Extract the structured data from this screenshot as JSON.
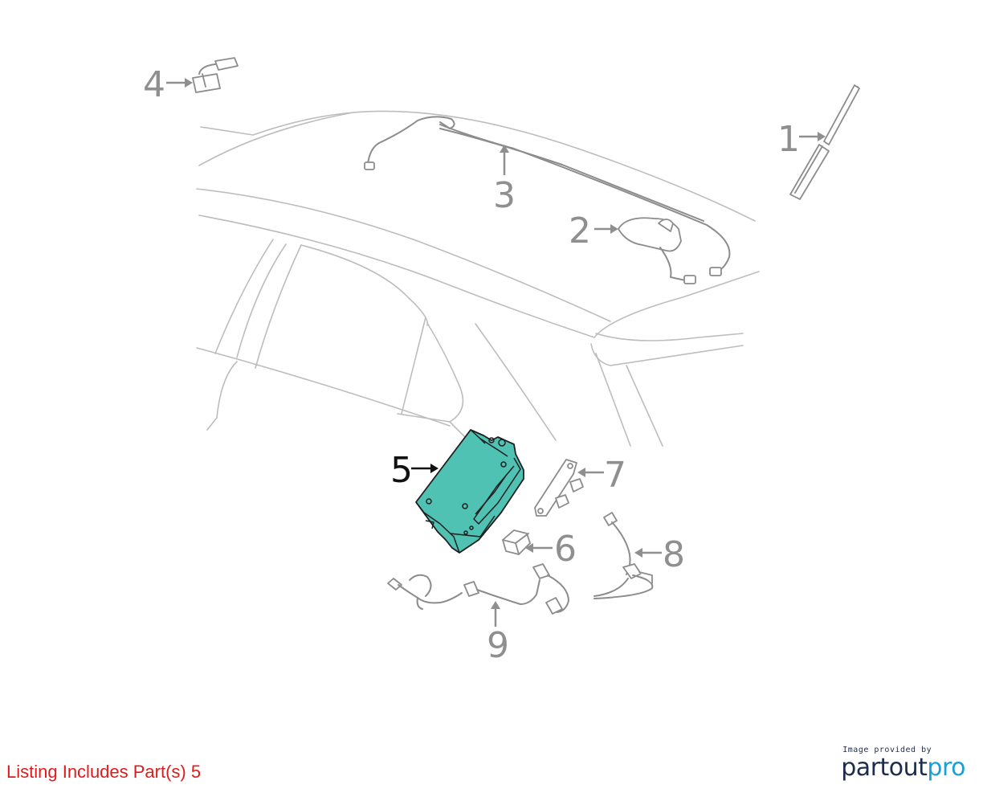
{
  "diagram": {
    "callouts": [
      {
        "id": "1",
        "label": "1",
        "selected": false
      },
      {
        "id": "2",
        "label": "2",
        "selected": false
      },
      {
        "id": "3",
        "label": "3",
        "selected": false
      },
      {
        "id": "4",
        "label": "4",
        "selected": false
      },
      {
        "id": "5",
        "label": "5",
        "selected": true
      },
      {
        "id": "6",
        "label": "6",
        "selected": false
      },
      {
        "id": "7",
        "label": "7",
        "selected": false
      },
      {
        "id": "8",
        "label": "8",
        "selected": false
      },
      {
        "id": "9",
        "label": "9",
        "selected": false
      }
    ],
    "highlight_color": "#4fc2b4",
    "callout_color": "#8f8f8f",
    "selected_callout_color": "#111111"
  },
  "footer": {
    "listing_text": "Listing Includes Part(s) 5",
    "listing_color": "#e01b1b"
  },
  "branding": {
    "caption": "Image provided by",
    "logo_part1": "partout",
    "logo_part2": "pro",
    "logo_color_dark": "#1e2b4a",
    "logo_color_accent": "#1a9fd8"
  }
}
